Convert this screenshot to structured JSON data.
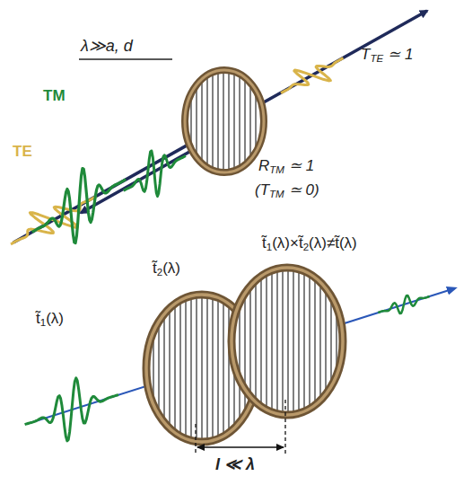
{
  "diagram": {
    "labels": [
      "λ≫a, d",
      "TM",
      "TE",
      "T",
      "TE",
      "≃ 1",
      "R",
      "TM",
      "≃ 1",
      "(T",
      "TM",
      "≃ 0)",
      "t̃",
      "2",
      "(λ)",
      "t̃",
      "1",
      "(λ)×",
      "t̃",
      "2",
      "(λ)≠",
      "t̃(λ)",
      "t̃",
      "1",
      "(λ)",
      "l ≪ λ"
    ]
  }
}
